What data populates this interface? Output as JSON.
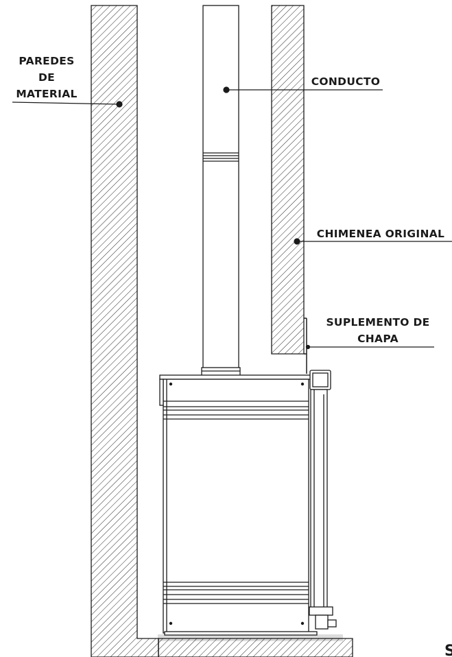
{
  "labels": {
    "walls_line1": "PAREDES",
    "walls_line2": "DE",
    "walls_line3": "MATERIAL",
    "duct": "CONDUCTO",
    "original_chimney": "CHIMENEA ORIGINAL",
    "sheet_supplement_line1": "SUPLEMENTO DE",
    "sheet_supplement_line2": "CHAPA",
    "cut_off_letter": "S"
  },
  "colors": {
    "ink": "#1a1a1a",
    "hatch": "#2b2b2b",
    "floor": "#dcdcdc"
  }
}
